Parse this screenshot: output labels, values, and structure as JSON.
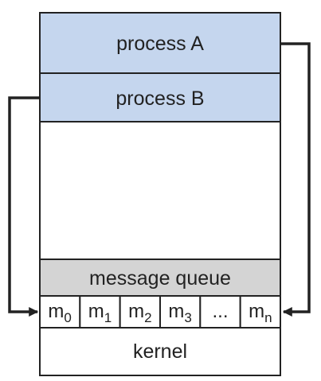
{
  "diagram": {
    "process_a": {
      "label": "process A"
    },
    "process_b": {
      "label": "process B"
    },
    "message_queue": {
      "label": "message queue",
      "cells": [
        {
          "base": "m",
          "sub": "0"
        },
        {
          "base": "m",
          "sub": "1"
        },
        {
          "base": "m",
          "sub": "2"
        },
        {
          "base": "m",
          "sub": "3"
        },
        {
          "base": "...",
          "sub": ""
        },
        {
          "base": "m",
          "sub": "n"
        }
      ]
    },
    "kernel": {
      "label": "kernel"
    },
    "colors": {
      "process_fill": "#c5d6ee",
      "queue_fill": "#d4d4d4",
      "border": "#222222",
      "background": "#ffffff"
    }
  }
}
